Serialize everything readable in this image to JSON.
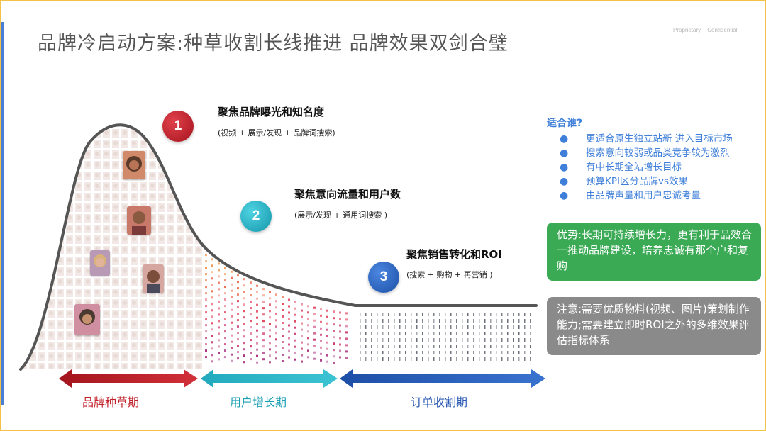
{
  "title": "品牌冷启动方案:种草收割长线推进 品牌效果双剑合璧",
  "confidential": "Proprietary + Confidential",
  "stages": [
    {
      "num": "1",
      "heading": "聚焦品牌曝光和知名度",
      "sub": "(视频 + 展示/发现 + 品牌词搜索)",
      "color": "#b71c24"
    },
    {
      "num": "2",
      "heading": "聚焦意向流量和用户数",
      "sub": "(展示/发现 + 通用词搜索 )",
      "color": "#1aa3b8"
    },
    {
      "num": "3",
      "heading": "聚焦销售转化和ROI",
      "sub": "(搜索 + 购物 + 再营销 )",
      "color": "#2356b0"
    }
  ],
  "who": {
    "title": "适合谁?",
    "items": [
      "更适合原生独立站新 进入目标市场",
      "搜索意向较弱或品类竞争较为激烈",
      "有中长期全站增长目标",
      "预算KPI区分品牌vs效果",
      "由品牌声量和用户忠诚考量"
    ]
  },
  "advantage": "优势:长期可持续增长力，更有利于品效合一推动品牌建设，培养忠诚有那个户和复购",
  "note": "注意:需要优质物料(视频、图片)策划制作能力;需要建立即时ROI之外的多维效果评估指标体系",
  "phases": [
    {
      "label": "品牌种草期",
      "color": "#c2222b"
    },
    {
      "label": "用户增长期",
      "color": "#1a9fb3"
    },
    {
      "label": "订单收割期",
      "color": "#2a58b3"
    }
  ],
  "colors": {
    "accent_blue": "#3f7fd9",
    "green": "#3aaa55",
    "gray": "#8a8a8a",
    "curve": "#555555"
  }
}
